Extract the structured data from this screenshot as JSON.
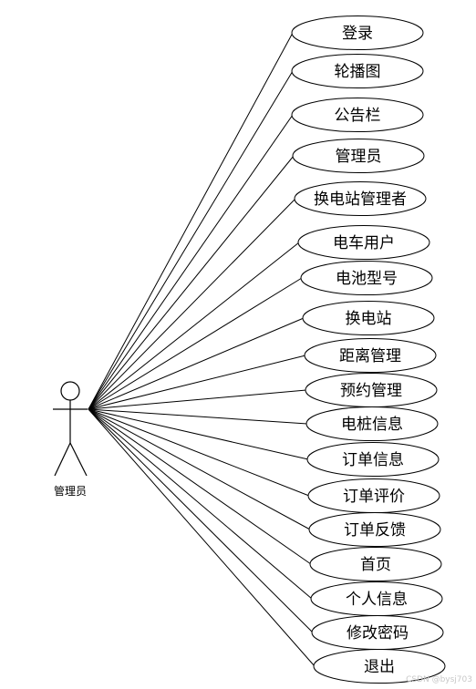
{
  "actor": {
    "label": "管理员"
  },
  "use_cases": [
    "登录",
    "轮播图",
    "公告栏",
    "管理员",
    "换电站管理者",
    "电车用户",
    "电池型号",
    "换电站",
    "距离管理",
    "预约管理",
    "电桩信息",
    "订单信息",
    "订单评价",
    "订单反馈",
    "首页",
    "个人信息",
    "修改密码",
    "退出"
  ],
  "watermark": "CSDN @bysj703",
  "colors": {
    "stroke": "#000000",
    "background": "#ffffff"
  }
}
